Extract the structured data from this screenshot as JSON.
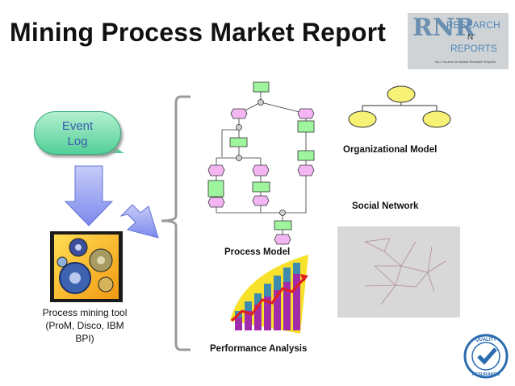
{
  "header": {
    "title": "Mining Process Market Report"
  },
  "logo": {
    "mark": "RNR",
    "line1": "RESEARCH",
    "line2": "N",
    "line3": "REPORTS",
    "tagline": "No.1 Source for Market Research Reports"
  },
  "event_log": {
    "line1": "Event",
    "line2": "Log"
  },
  "tool": {
    "line1": "Process mining tool",
    "line2": "(ProM, Disco, IBM",
    "line3": "BPI)"
  },
  "labels": {
    "process_model": "Process Model",
    "organizational_model": "Organizational Model",
    "social_network": "Social Network",
    "performance_analysis": "Performance Analysis"
  },
  "badge": {
    "word1": "QUALITY",
    "word2": "ASSURANCE"
  },
  "colors": {
    "node_green": "#9ef59e",
    "node_pink": "#f3b6f3",
    "org_yellow": "#f7f276",
    "arrow_blue": "#8f9cf0",
    "bubble_green": "#52cf98"
  }
}
